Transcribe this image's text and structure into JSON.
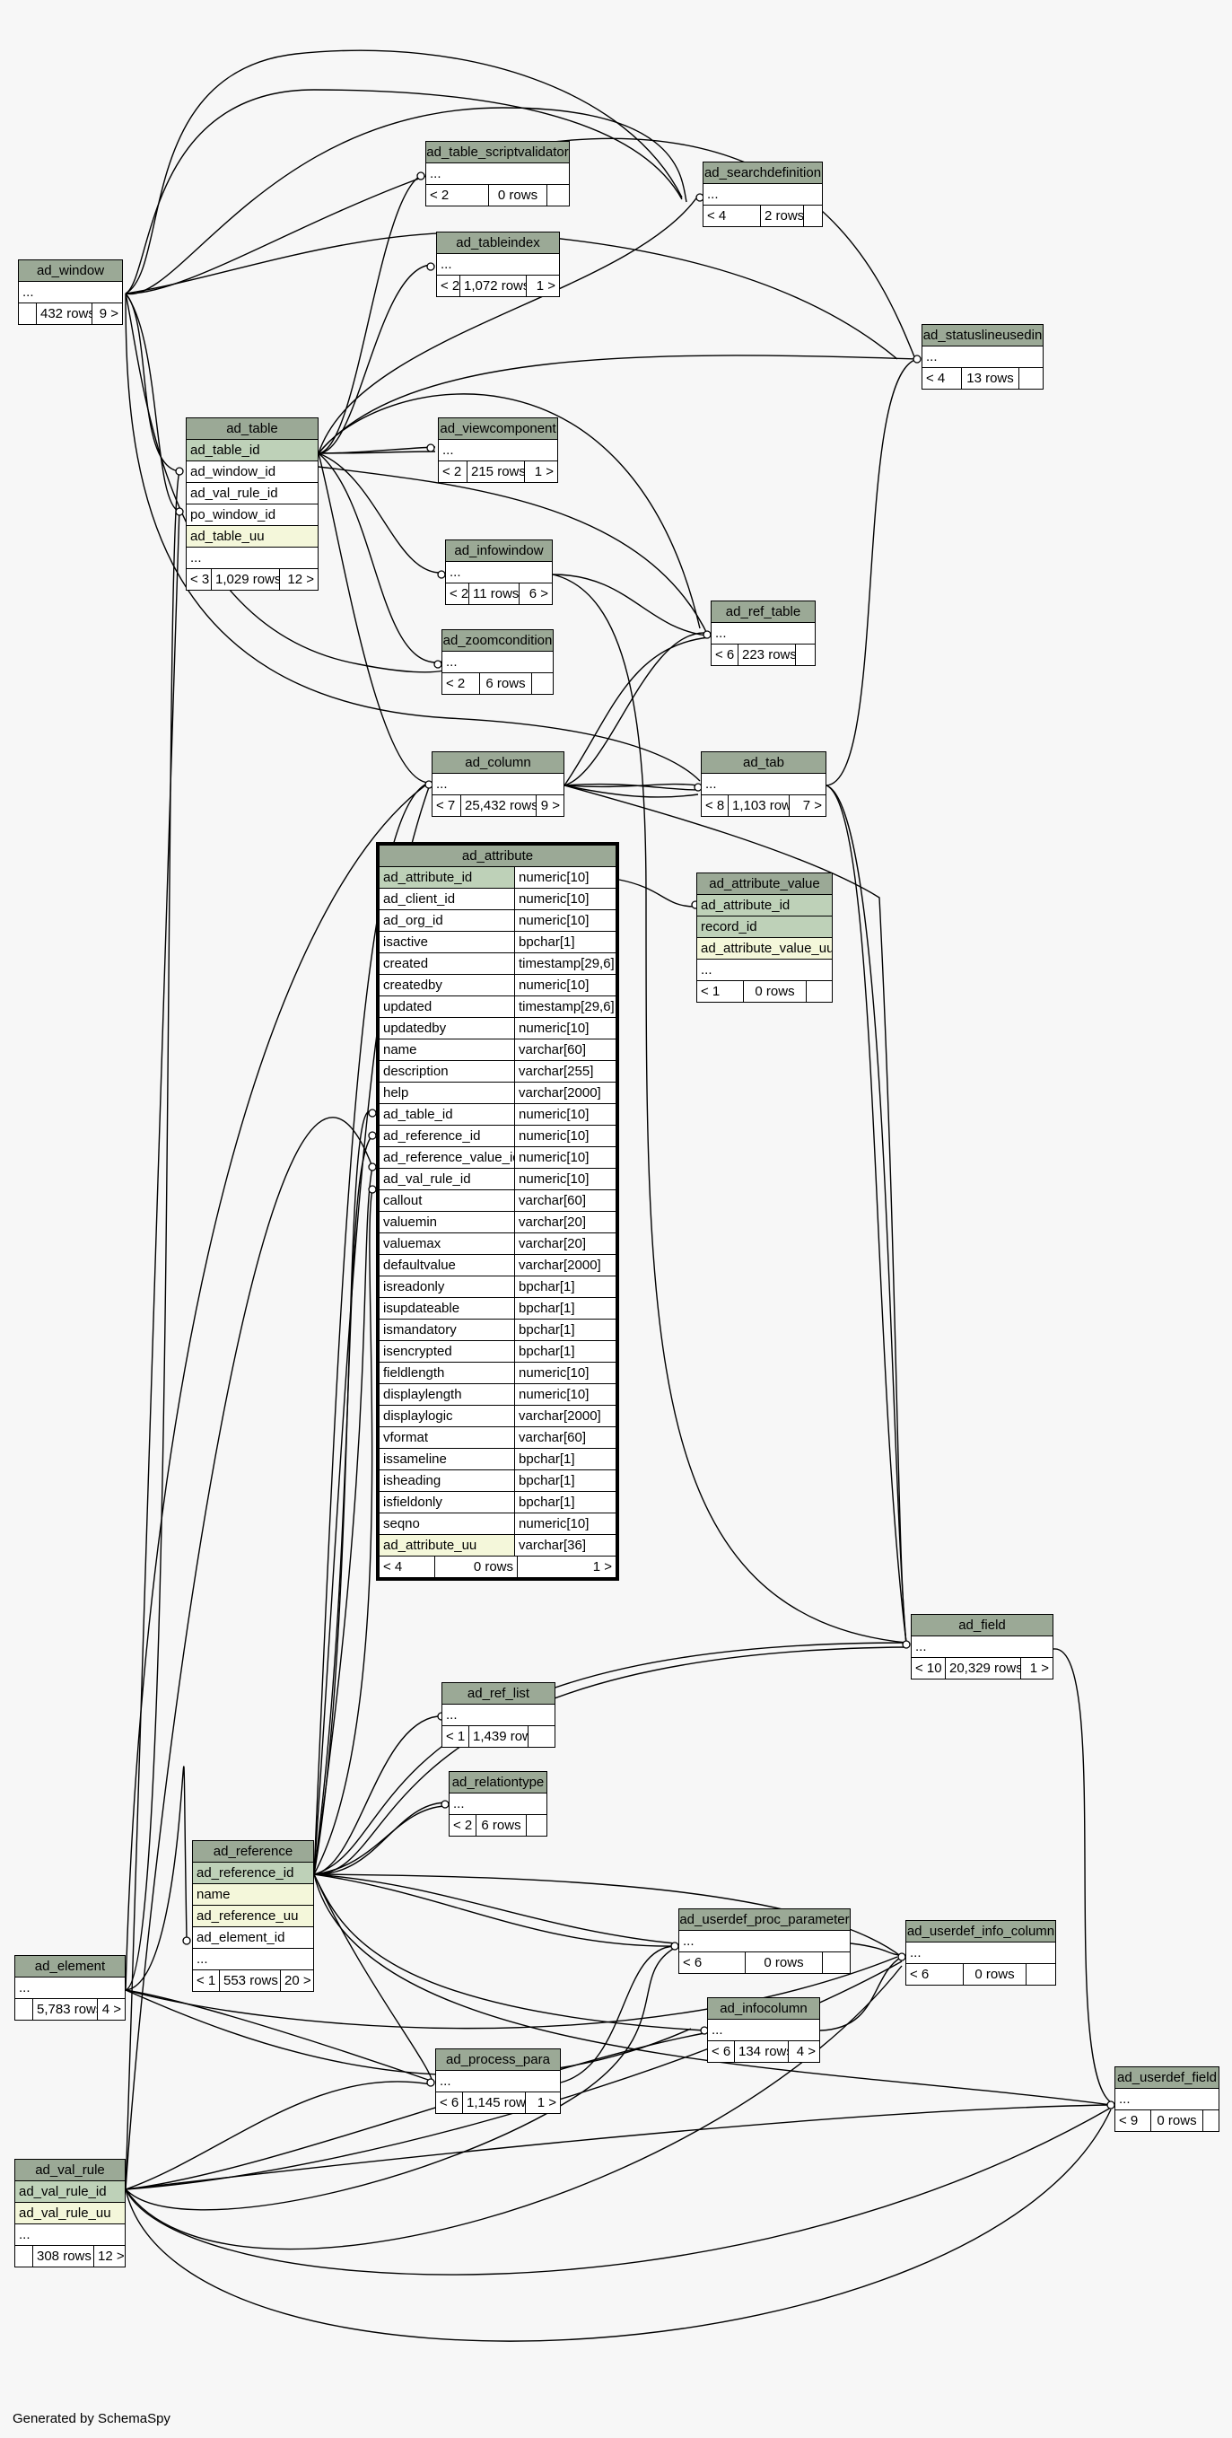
{
  "footer": "Generated by SchemaSpy",
  "tables": {
    "ad_window": {
      "name": "ad_window",
      "stats": [
        "",
        "432 rows",
        "9 >"
      ]
    },
    "ad_table": {
      "name": "ad_table",
      "columns": [
        {
          "name": "ad_table_id",
          "kind": "pk"
        },
        {
          "name": "ad_window_id"
        },
        {
          "name": "ad_val_rule_id"
        },
        {
          "name": "po_window_id"
        },
        {
          "name": "ad_table_uu",
          "kind": "uq"
        }
      ],
      "stats": [
        "< 3",
        "1,029 rows",
        "12 >"
      ]
    },
    "ad_table_scriptvalidator": {
      "name": "ad_table_scriptvalidator",
      "stats": [
        "< 2",
        "0 rows",
        ""
      ]
    },
    "ad_tableindex": {
      "name": "ad_tableindex",
      "stats": [
        "< 2",
        "1,072 rows",
        "1 >"
      ]
    },
    "ad_viewcomponent": {
      "name": "ad_viewcomponent",
      "stats": [
        "< 2",
        "215 rows",
        "1 >"
      ]
    },
    "ad_infowindow": {
      "name": "ad_infowindow",
      "stats": [
        "< 2",
        "11 rows",
        "6 >"
      ]
    },
    "ad_zoomcondition": {
      "name": "ad_zoomcondition",
      "stats": [
        "< 2",
        "6 rows",
        ""
      ]
    },
    "ad_searchdefinition": {
      "name": "ad_searchdefinition",
      "stats": [
        "< 4",
        "2 rows",
        ""
      ]
    },
    "ad_statuslineusedin": {
      "name": "ad_statuslineusedin",
      "stats": [
        "< 4",
        "13 rows",
        ""
      ]
    },
    "ad_ref_table": {
      "name": "ad_ref_table",
      "stats": [
        "< 6",
        "223 rows",
        ""
      ]
    },
    "ad_column": {
      "name": "ad_column",
      "stats": [
        "< 7",
        "25,432 rows",
        "9 >"
      ]
    },
    "ad_tab": {
      "name": "ad_tab",
      "stats": [
        "< 8",
        "1,103 rows",
        "7 >"
      ]
    },
    "ad_attribute_value": {
      "name": "ad_attribute_value",
      "columns": [
        {
          "name": "ad_attribute_id",
          "kind": "pk"
        },
        {
          "name": "record_id",
          "kind": "pk"
        },
        {
          "name": "ad_attribute_value_uu",
          "kind": "uq"
        }
      ],
      "stats": [
        "< 1",
        "0 rows",
        ""
      ]
    },
    "ad_attribute": {
      "name": "ad_attribute",
      "columns": [
        {
          "name": "ad_attribute_id",
          "type": "numeric[10]",
          "kind": "pk"
        },
        {
          "name": "ad_client_id",
          "type": "numeric[10]"
        },
        {
          "name": "ad_org_id",
          "type": "numeric[10]"
        },
        {
          "name": "isactive",
          "type": "bpchar[1]"
        },
        {
          "name": "created",
          "type": "timestamp[29,6]"
        },
        {
          "name": "createdby",
          "type": "numeric[10]"
        },
        {
          "name": "updated",
          "type": "timestamp[29,6]"
        },
        {
          "name": "updatedby",
          "type": "numeric[10]"
        },
        {
          "name": "name",
          "type": "varchar[60]"
        },
        {
          "name": "description",
          "type": "varchar[255]"
        },
        {
          "name": "help",
          "type": "varchar[2000]"
        },
        {
          "name": "ad_table_id",
          "type": "numeric[10]"
        },
        {
          "name": "ad_reference_id",
          "type": "numeric[10]"
        },
        {
          "name": "ad_reference_value_id",
          "type": "numeric[10]"
        },
        {
          "name": "ad_val_rule_id",
          "type": "numeric[10]"
        },
        {
          "name": "callout",
          "type": "varchar[60]"
        },
        {
          "name": "valuemin",
          "type": "varchar[20]"
        },
        {
          "name": "valuemax",
          "type": "varchar[20]"
        },
        {
          "name": "defaultvalue",
          "type": "varchar[2000]"
        },
        {
          "name": "isreadonly",
          "type": "bpchar[1]"
        },
        {
          "name": "isupdateable",
          "type": "bpchar[1]"
        },
        {
          "name": "ismandatory",
          "type": "bpchar[1]"
        },
        {
          "name": "isencrypted",
          "type": "bpchar[1]"
        },
        {
          "name": "fieldlength",
          "type": "numeric[10]"
        },
        {
          "name": "displaylength",
          "type": "numeric[10]"
        },
        {
          "name": "displaylogic",
          "type": "varchar[2000]"
        },
        {
          "name": "vformat",
          "type": "varchar[60]"
        },
        {
          "name": "issameline",
          "type": "bpchar[1]"
        },
        {
          "name": "isheading",
          "type": "bpchar[1]"
        },
        {
          "name": "isfieldonly",
          "type": "bpchar[1]"
        },
        {
          "name": "seqno",
          "type": "numeric[10]"
        },
        {
          "name": "ad_attribute_uu",
          "type": "varchar[36]",
          "kind": "uq"
        }
      ],
      "stats": [
        "< 4",
        "0 rows",
        "1 >"
      ]
    },
    "ad_field": {
      "name": "ad_field",
      "stats": [
        "< 10",
        "20,329 rows",
        "1 >"
      ]
    },
    "ad_ref_list": {
      "name": "ad_ref_list",
      "stats": [
        "< 1",
        "1,439 rows",
        ""
      ]
    },
    "ad_relationtype": {
      "name": "ad_relationtype",
      "stats": [
        "< 2",
        "6 rows",
        ""
      ]
    },
    "ad_reference": {
      "name": "ad_reference",
      "columns": [
        {
          "name": "ad_reference_id",
          "kind": "pk"
        },
        {
          "name": "name",
          "kind": "uq"
        },
        {
          "name": "ad_reference_uu",
          "kind": "uq"
        },
        {
          "name": "ad_element_id"
        }
      ],
      "stats": [
        "< 1",
        "553 rows",
        "20 >"
      ]
    },
    "ad_userdef_proc_parameter": {
      "name": "ad_userdef_proc_parameter",
      "stats": [
        "< 6",
        "0 rows",
        ""
      ]
    },
    "ad_userdef_info_column": {
      "name": "ad_userdef_info_column",
      "stats": [
        "< 6",
        "0 rows",
        ""
      ]
    },
    "ad_element": {
      "name": "ad_element",
      "stats": [
        "",
        "5,783 rows",
        "4 >"
      ]
    },
    "ad_infocolumn": {
      "name": "ad_infocolumn",
      "stats": [
        "< 6",
        "134 rows",
        "4 >"
      ]
    },
    "ad_process_para": {
      "name": "ad_process_para",
      "stats": [
        "< 6",
        "1,145 rows",
        "1 >"
      ]
    },
    "ad_userdef_field": {
      "name": "ad_userdef_field",
      "stats": [
        "< 9",
        "0 rows",
        ""
      ]
    },
    "ad_val_rule": {
      "name": "ad_val_rule",
      "columns": [
        {
          "name": "ad_val_rule_id",
          "kind": "pk"
        },
        {
          "name": "ad_val_rule_uu",
          "kind": "uq"
        }
      ],
      "stats": [
        "",
        "308 rows",
        "12 >"
      ]
    }
  }
}
